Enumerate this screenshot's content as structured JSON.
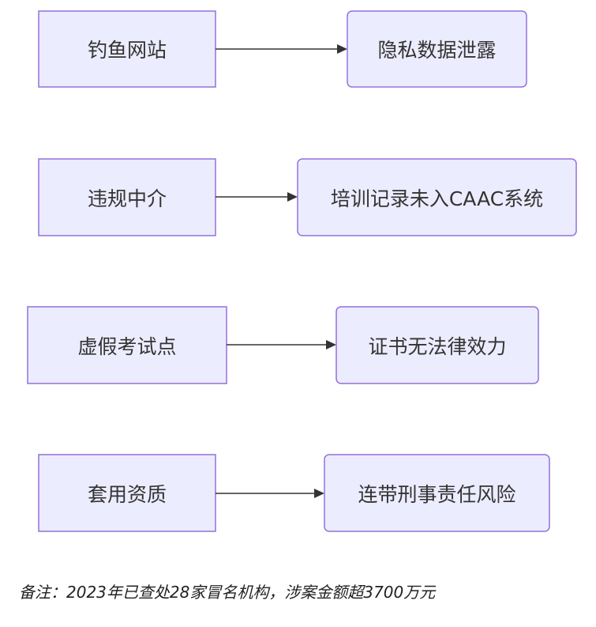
{
  "flows": [
    {
      "from": "钓鱼网站",
      "to": "隐私数据泄露"
    },
    {
      "from": "违规中介",
      "to": "培训记录未入CAAC系统"
    },
    {
      "from": "虚假考试点",
      "to": "证书无法律效力"
    },
    {
      "from": "套用资质",
      "to": "连带刑事责任风险"
    }
  ],
  "note": "备注：2023年已查处28家冒名机构，涉案金额超3700万元",
  "colors": {
    "node_fill": "#ececff",
    "node_stroke": "#9370db",
    "edge": "#333333",
    "text": "#333333"
  }
}
